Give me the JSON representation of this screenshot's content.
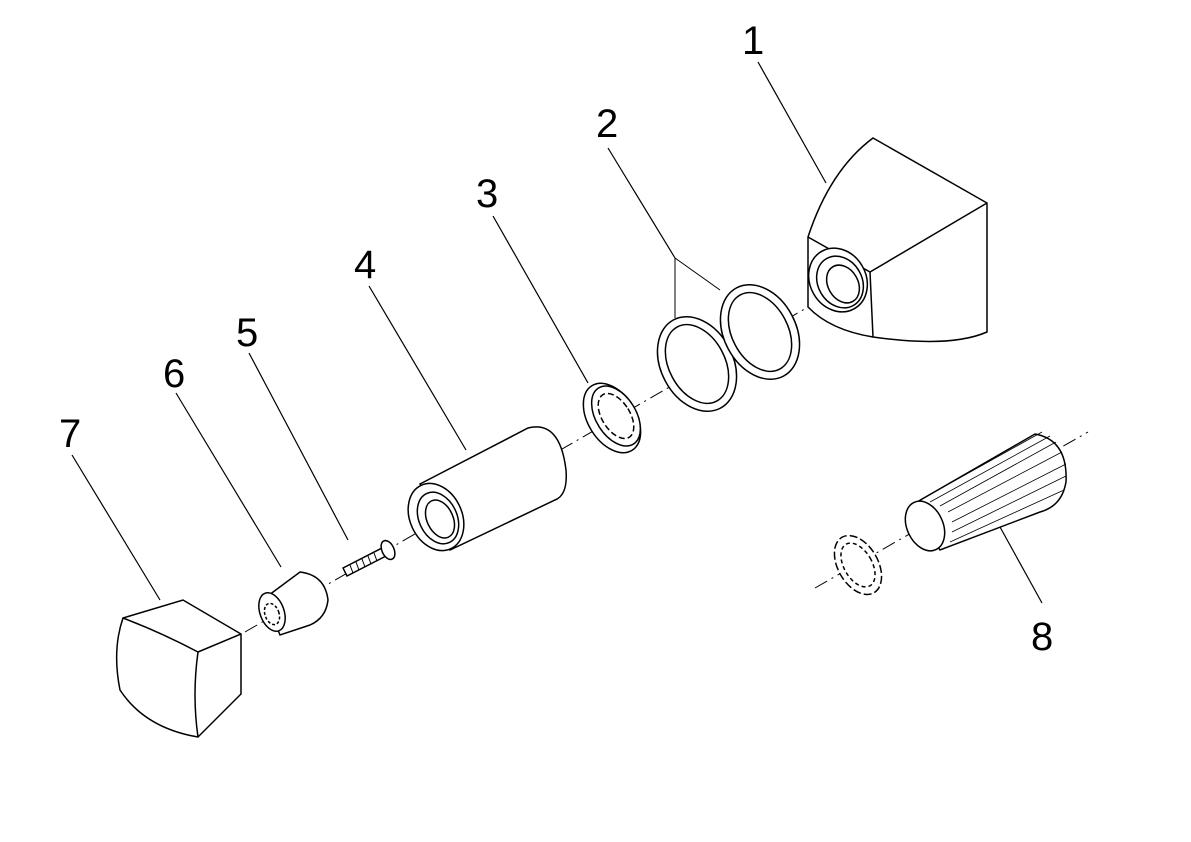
{
  "diagram": {
    "line_color": "#000000",
    "background_color": "#ffffff",
    "callouts": [
      {
        "id": "1",
        "label": "1"
      },
      {
        "id": "2",
        "label": "2"
      },
      {
        "id": "3",
        "label": "3"
      },
      {
        "id": "4",
        "label": "4"
      },
      {
        "id": "5",
        "label": "5"
      },
      {
        "id": "6",
        "label": "6"
      },
      {
        "id": "7",
        "label": "7"
      },
      {
        "id": "8",
        "label": "8"
      }
    ]
  }
}
